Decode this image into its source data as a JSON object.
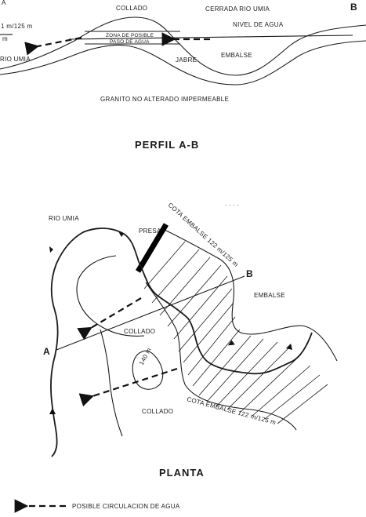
{
  "profile": {
    "corner_a": "A",
    "corner_b": "B",
    "collado": "COLLADO",
    "cerrada": "CERRADA RIO UMIA",
    "nivel_agua": "NIVEL DE AGUA",
    "cota_left": "1 m/125 m",
    "m_label": "m",
    "zona_line1": "ZONA DE POSIBLE",
    "zona_line2": "PASO DE AGUA",
    "rio_umia": "RIO UMIA",
    "jabre": "JABRE",
    "embalse": "EMBALSE",
    "granito": "GRANITO NO ALTERADO IMPERMEABLE",
    "title": "PERFIL A-B"
  },
  "plan": {
    "dots": ". . . .",
    "rio_umia": "RIO UMIA",
    "presa": "PRESA",
    "cota_top": "COTA EMBALSE 122 m/125 m",
    "point_b": "B",
    "embalse": "EMBALSE",
    "collado_1": "COLLADO",
    "point_a": "A",
    "elev_140": "140 m",
    "collado_2": "COLLADO",
    "cota_bottom": "COTA EMBALSE 122 m/125 m",
    "title": "PLANTA"
  },
  "legend": {
    "text": "POSIBLE CIRCULACION DE AGUA"
  }
}
